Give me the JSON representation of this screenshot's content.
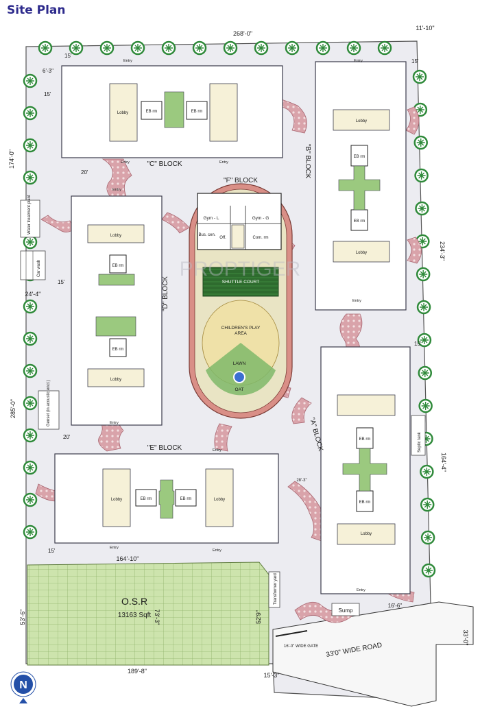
{
  "title": "Site Plan",
  "watermark": "PROPTIGER",
  "north_label": "N",
  "colors": {
    "title": "#2d2a8c",
    "site_ground": "#e9e9ee",
    "building": "#ffffff",
    "building_stroke": "#3a3a4a",
    "pathway": "#b9727c",
    "pathway_fill": "#d9a3aa",
    "tree": "#2f8a3a",
    "osr": "#c9dfa8",
    "lawn": "#7fb86a",
    "play_area": "#efe1a8",
    "track": "#d98f87",
    "court": "#2e6b2e"
  },
  "blocks": {
    "c": "\"C\" BLOCK",
    "f": "\"F\" BLOCK",
    "b": "\"B\" BLOCK",
    "d": "\"D\" BLOCK",
    "e": "\"E\" BLOCK",
    "a": "\"A\" BLOCK"
  },
  "rooms": {
    "lobby": "Lobby",
    "eb_room": "EB rm",
    "entry": "Entry",
    "gym_l": "Gym - L",
    "gym_g": "Gym - G",
    "bus_cen": "Bus. cen.",
    "off": "Off.",
    "com_rm": "Com. rm"
  },
  "amenities": {
    "shuttle_court": "SHUTTLE COURT",
    "childrens_play": "CHILDREN'S PLAY",
    "area": "AREA",
    "lawn": "LAWN",
    "oat": "OAT",
    "water_treatment": "Water treatment plant",
    "car_wash": "Car wash",
    "genset": "Genset (in acoustic encl.)",
    "septic_tank": "Septic tank",
    "transformer_yard": "Transformer yard",
    "sump": "Sump",
    "gate": "16'-0\" WIDE GATE",
    "road": "33'0\" WIDE ROAD",
    "osr": "O.S.R",
    "osr_area": "13163 Sqft"
  },
  "dimensions": {
    "top": "268'-0\"",
    "top_right": "11'-10\"",
    "left_upper": "174'-0\"",
    "left_lower": "285'-0\"",
    "right_upper": "234'-3\"",
    "right_lower": "164'-4\"",
    "carwash_width": "24'-4\"",
    "e_block_base": "164'-10\"",
    "osr_left": "53'-6\"",
    "osr_mid": "73'-3\"",
    "osr_right": "52'9\"",
    "osr_bottom": "189'-8\"",
    "gate_offset": "15'-3\"",
    "road_right": "33'-0\"",
    "sump_side": "16'-6\"",
    "a_block_gap": "28'-3\"",
    "setback_15a": "15'",
    "setback_15b": "15'",
    "setback_15c": "15'",
    "setback_15d": "15'",
    "setback_15e": "15'",
    "setback_15f": "15'",
    "setback_20a": "20'",
    "setback_20b": "20'",
    "setback_6": "6'-3\""
  }
}
